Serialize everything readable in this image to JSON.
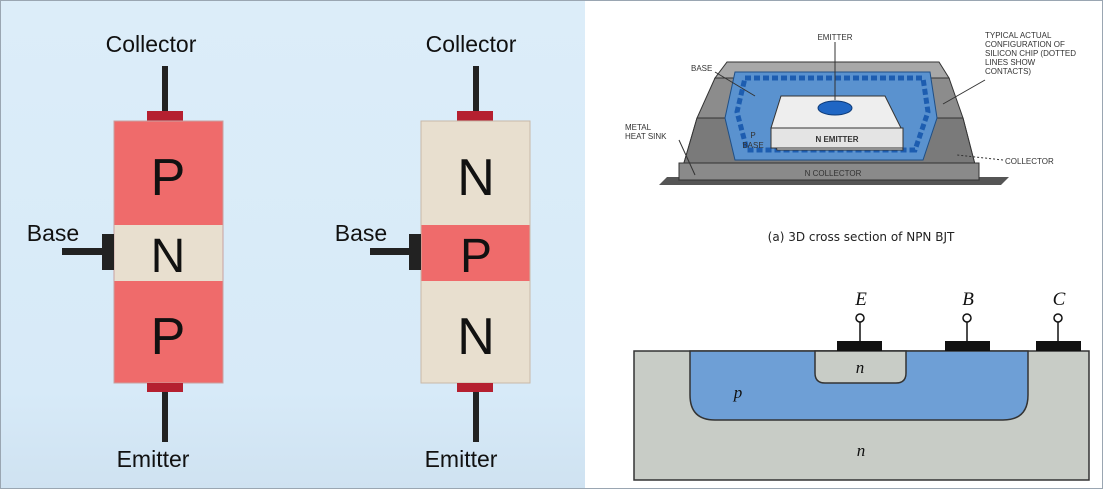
{
  "pnp": {
    "collector_label": "Collector",
    "base_label": "Base",
    "emitter_label": "Emitter",
    "layers": [
      "P",
      "N",
      "P"
    ]
  },
  "npn": {
    "collector_label": "Collector",
    "base_label": "Base",
    "emitter_label": "Emitter",
    "layers": [
      "N",
      "P",
      "N"
    ]
  },
  "cross_section_3d": {
    "labels": {
      "emitter": "EMITTER",
      "base": "BASE",
      "typical_line1": "TYPICAL ACTUAL",
      "typical_line2": "CONFIGURATION OF",
      "typical_line3": "SILICON CHIP (DOTTED",
      "typical_line4": "LINES SHOW",
      "typical_line5": "CONTACTS)",
      "metal_line1": "METAL",
      "metal_line2": "HEAT SINK",
      "p_base_line1": "P",
      "p_base_line2": "BASE",
      "n_emitter": "N EMITTER",
      "collector": "COLLECTOR",
      "n_collector": "N COLLECTOR"
    },
    "caption": "(a) 3D cross section of NPN BJT"
  },
  "planar": {
    "terminal_labels": [
      "E",
      "B",
      "C"
    ],
    "region_labels": {
      "emitter_n": "n",
      "base_p": "p",
      "substrate_n": "n"
    }
  },
  "colors": {
    "p_region": "#ef6b6b",
    "n_region": "#e8dfcf",
    "lead": "#222222",
    "contact": "#b52030",
    "blue_base": "#6e9fd6",
    "gray_substrate": "#c8ccc6"
  }
}
